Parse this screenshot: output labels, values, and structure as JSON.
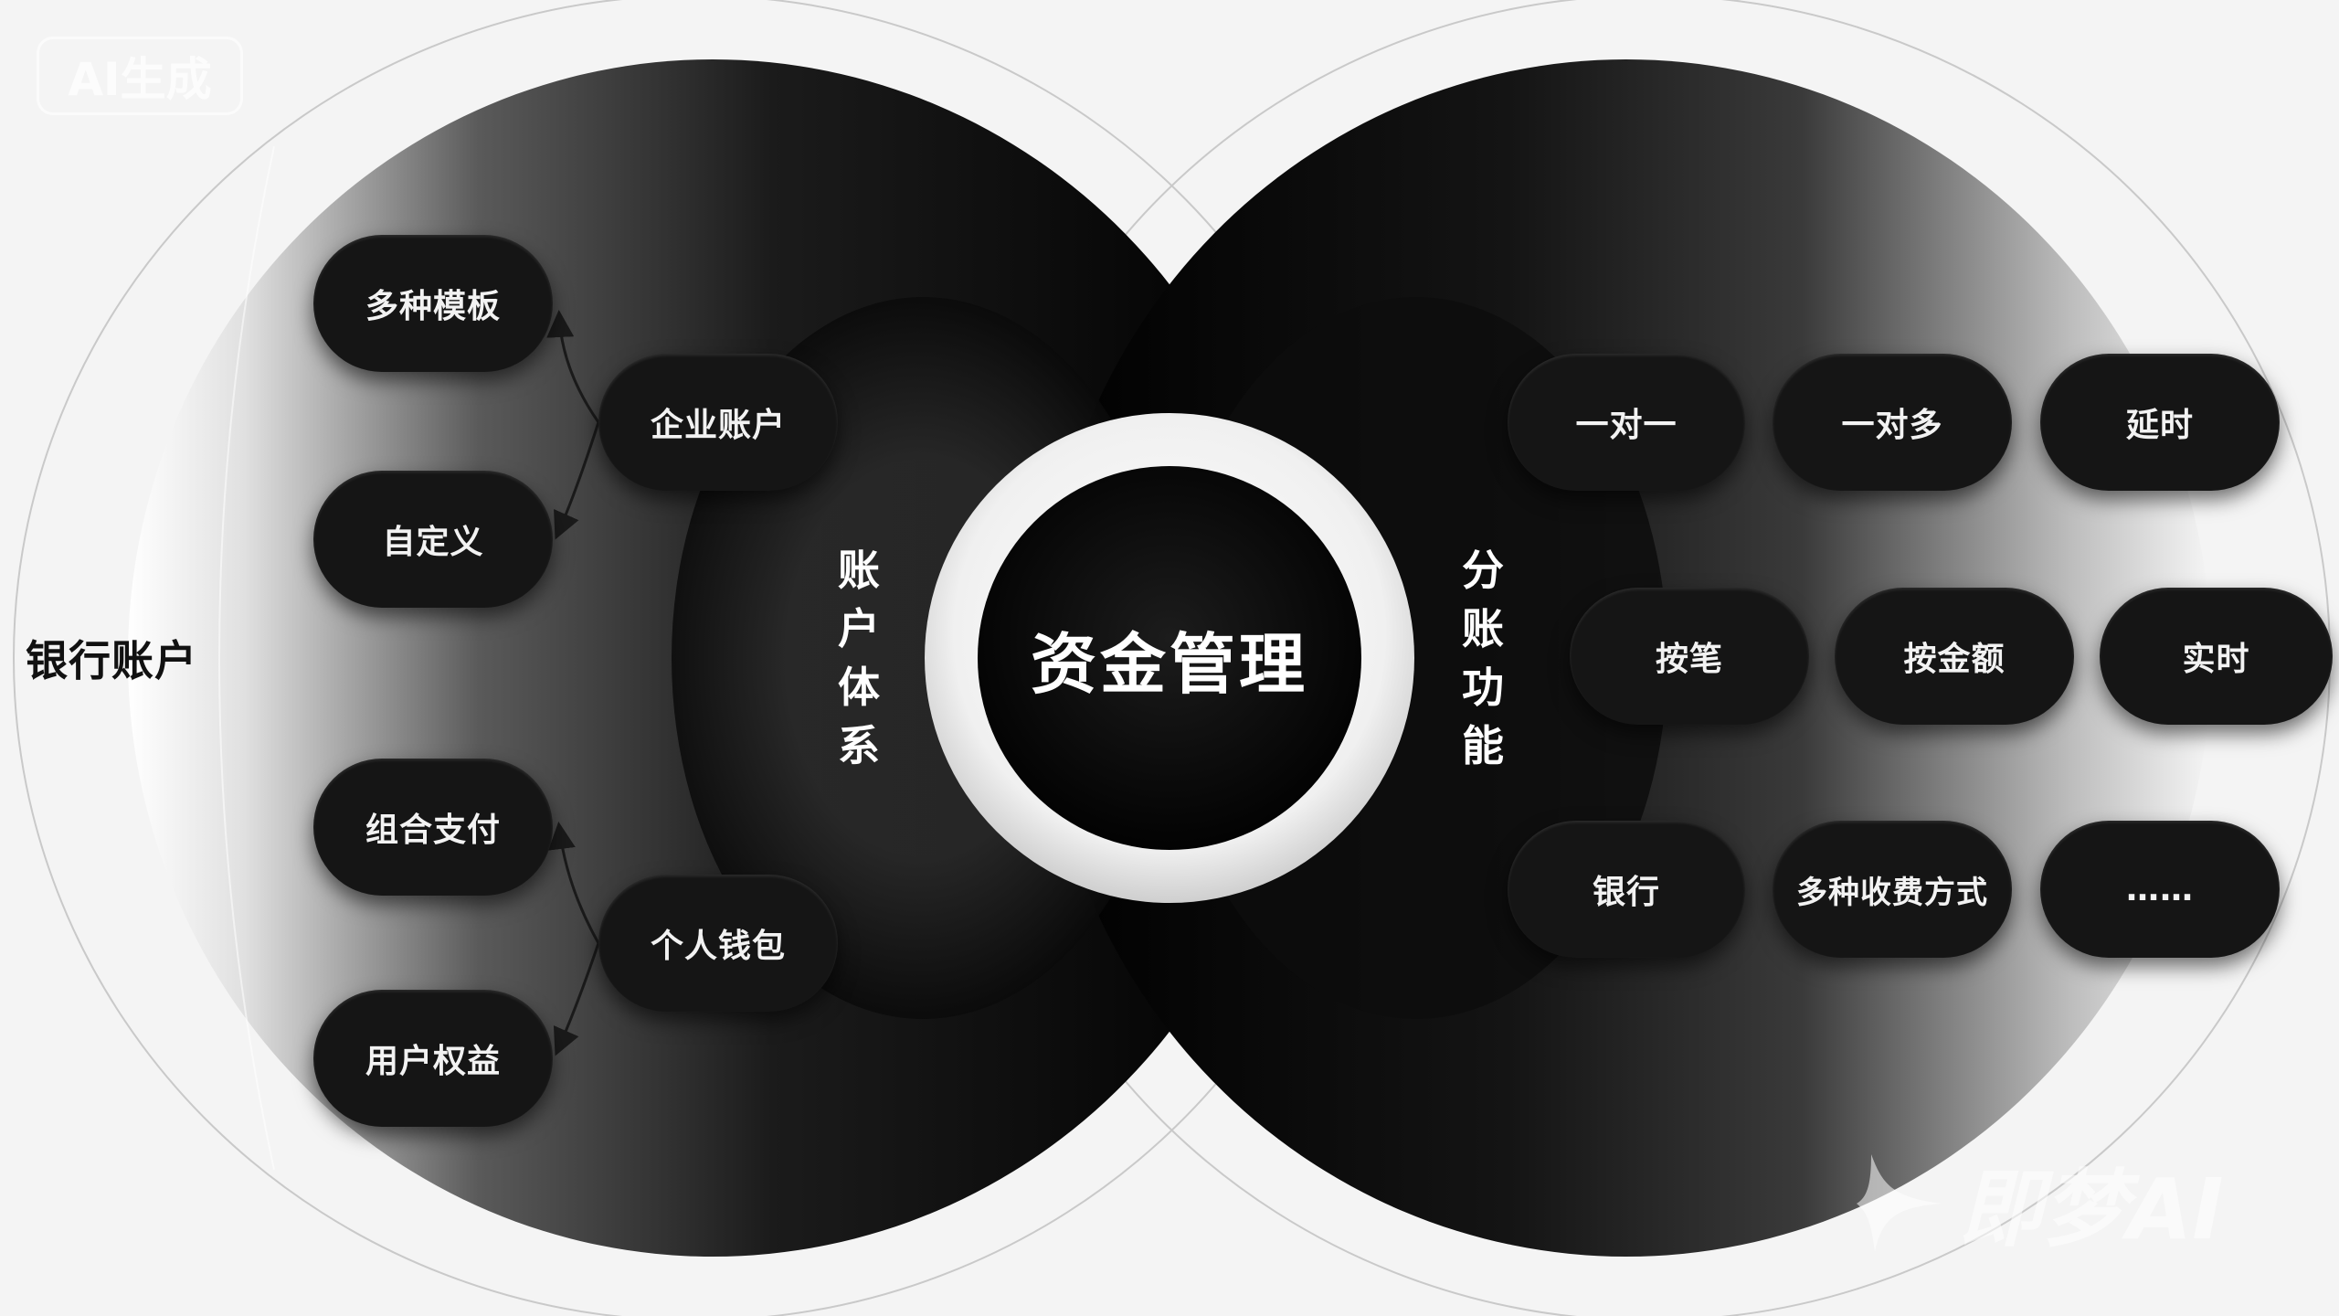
{
  "badge": "AI生成",
  "center": "资金管理",
  "left_category": "银行账户",
  "left_hub": [
    "账",
    "户",
    "体",
    "系"
  ],
  "right_hub": [
    "分",
    "账",
    "功",
    "能"
  ],
  "left_nodes": {
    "templates": "多种模板",
    "corporate": "企业账户",
    "custom": "自定义",
    "combined_pay": "组合支付",
    "wallet": "个人钱包",
    "rights": "用户权益"
  },
  "right_nodes": [
    [
      "一对一",
      "一对多",
      "延时"
    ],
    [
      "按笔",
      "按金额",
      "实时"
    ],
    [
      "银行",
      "多种收费方式",
      "……"
    ]
  ],
  "watermark": "即梦AI"
}
